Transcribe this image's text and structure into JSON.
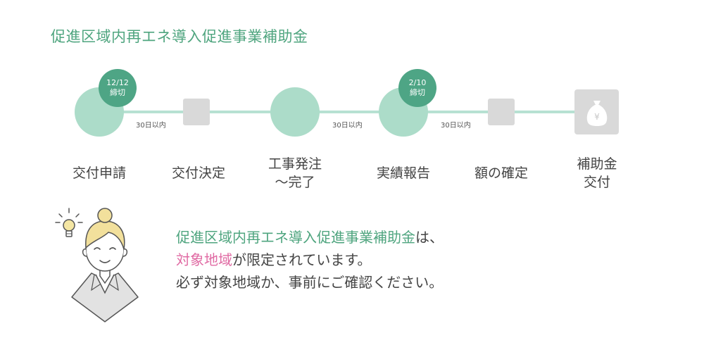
{
  "title": "促進区域内再エネ導入促進事業補助金",
  "steps": [
    {
      "label_lines": [
        "交付申請"
      ]
    },
    {
      "label_lines": [
        "交付決定"
      ]
    },
    {
      "label_lines": [
        "工事発注",
        "〜完了"
      ]
    },
    {
      "label_lines": [
        "実績報告"
      ]
    },
    {
      "label_lines": [
        "額の確定"
      ]
    },
    {
      "label_lines": [
        "補助金",
        "交付"
      ]
    }
  ],
  "deadlines": [
    {
      "date": "12/12",
      "text": "締切"
    },
    {
      "date": "2/10",
      "text": "締切"
    }
  ],
  "durations": [
    "30日以内",
    "30日以内",
    "30日以内"
  ],
  "money_icon_symbol": "¥",
  "message": {
    "line1_highlight": "促進区域内再エネ導入促進事業補助金",
    "line1_rest": "は、",
    "line2_highlight": "対象地域",
    "line2_rest": "が限定されています。",
    "line3": "必ず対象地域か、事前にご確認ください。"
  },
  "colors": {
    "accent_green": "#4fa57f",
    "circle_green": "#acdcc9",
    "badge_green": "#4ea585",
    "line_green": "#b7e1d2",
    "pink": "#e06aa3",
    "gray": "#d9d9d9"
  }
}
